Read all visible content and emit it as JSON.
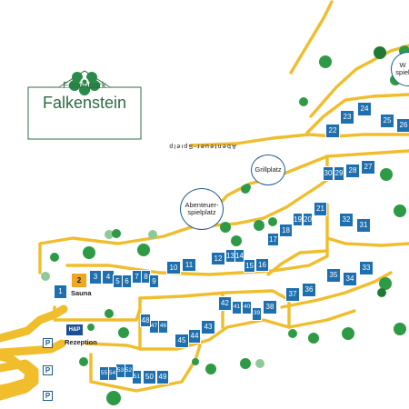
{
  "logo": {
    "subtitle": "Ferienpark",
    "name": "Falkenstein"
  },
  "places": {
    "sauna": "Sauna",
    "reception": "Rezeption",
    "hp_badge": "H&P",
    "grill": "Grillplatz",
    "adventure_playground": "Abenteuer-spielplatz",
    "water_playground": "W spiel",
    "path_label": "Abenteuer-Spielp"
  },
  "parking_label": "P",
  "houses": [
    "1",
    "2",
    "3",
    "4",
    "5",
    "6",
    "7",
    "8",
    "9",
    "10",
    "11",
    "12",
    "13",
    "14",
    "15",
    "16",
    "17",
    "18",
    "19",
    "20",
    "21",
    "22",
    "23",
    "24",
    "25",
    "26",
    "27",
    "28",
    "29",
    "30",
    "31",
    "32",
    "33",
    "34",
    "35",
    "36",
    "37",
    "38",
    "39",
    "40",
    "41",
    "42",
    "43",
    "44",
    "45",
    "46",
    "47",
    "48",
    "49",
    "50",
    "51",
    "52",
    "53",
    "54",
    "55"
  ],
  "colors": {
    "road": "#f0bd2c",
    "house": "#1e6faf",
    "sauna": "#f0a623",
    "tree": "#2f9a46",
    "brand": "#2d6b45"
  }
}
